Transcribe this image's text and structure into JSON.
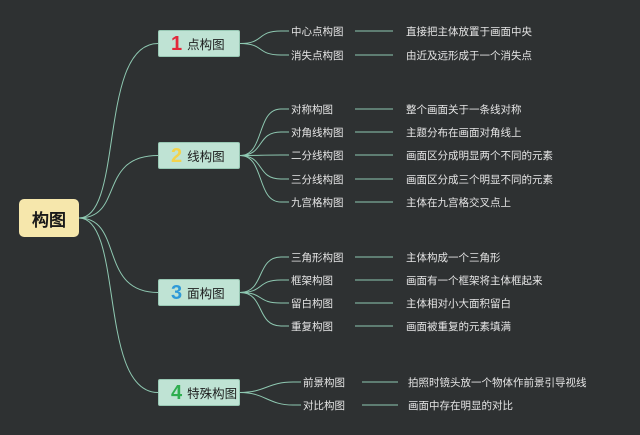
{
  "root": {
    "label": "构图"
  },
  "branches": [
    {
      "number": "1",
      "label": "点构图",
      "color": "#e2283a",
      "items": [
        {
          "label": "中心点构图",
          "desc": "直接把主体放置于画面中央"
        },
        {
          "label": "消失点构图",
          "desc": "由近及远形成于一个消失点"
        }
      ]
    },
    {
      "number": "2",
      "label": "线构图",
      "color": "#f3d34b",
      "items": [
        {
          "label": "对称构图",
          "desc": "整个画面关于一条线对称"
        },
        {
          "label": "对角线构图",
          "desc": "主题分布在画面对角线上"
        },
        {
          "label": "二分线构图",
          "desc": "画面区分成明显两个不同的元素"
        },
        {
          "label": "三分线构图",
          "desc": "画面区分成三个明显不同的元素"
        },
        {
          "label": "九宫格构图",
          "desc": "主体在九宫格交叉点上"
        }
      ]
    },
    {
      "number": "3",
      "label": "面构图",
      "color": "#2f9ad8",
      "items": [
        {
          "label": "三角形构图",
          "desc": "主体构成一个三角形"
        },
        {
          "label": "框架构图",
          "desc": "画面有一个框架将主体框起来"
        },
        {
          "label": "留白构图",
          "desc": "主体相对小大面积留白"
        },
        {
          "label": "重复构图",
          "desc": "画面被重复的元素填满"
        }
      ]
    },
    {
      "number": "4",
      "label": "特殊构图",
      "color": "#2fae50",
      "items": [
        {
          "label": "前景构图",
          "desc": "拍照时镜头放一个物体作前景引导视线"
        },
        {
          "label": "对比构图",
          "desc": "画面中存在明显的对比"
        }
      ]
    }
  ],
  "colors": {
    "background": "#2e3132",
    "line": "#8fc9b2",
    "root_fill": "#f6e7ac",
    "branch_fill": "#bfe3d4"
  }
}
